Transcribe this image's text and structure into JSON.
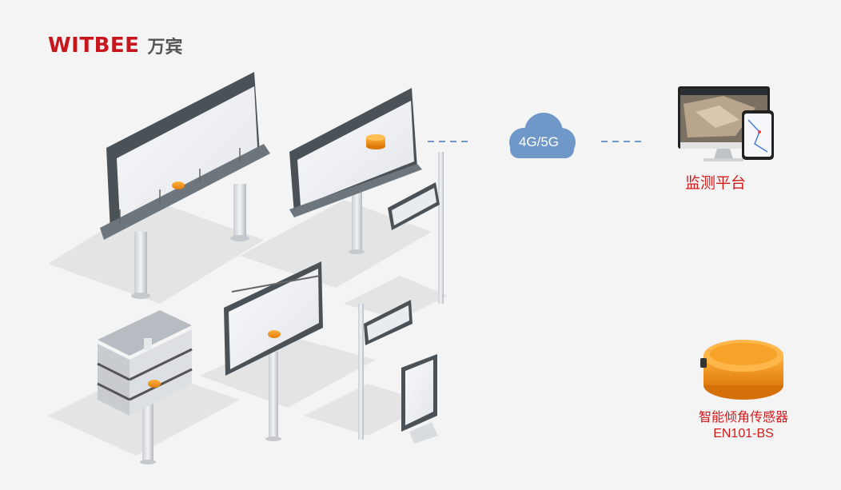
{
  "logo": {
    "brand": "WITBEE",
    "cn": "万宾"
  },
  "network": {
    "label": "4G/5G"
  },
  "platform": {
    "label": "监测平台"
  },
  "sensor": {
    "name": "智能倾角传感器",
    "model": "EN101-BS"
  },
  "colors": {
    "brand_red": "#c8161d",
    "label_red": "#d11b1b",
    "cloud": "#6f97c7",
    "dash": "#6f97c7",
    "sensor_orange": "#f39a1f"
  },
  "icons": [
    "cloud-icon",
    "monitor-icon",
    "phone-icon",
    "sensor-device-icon"
  ]
}
